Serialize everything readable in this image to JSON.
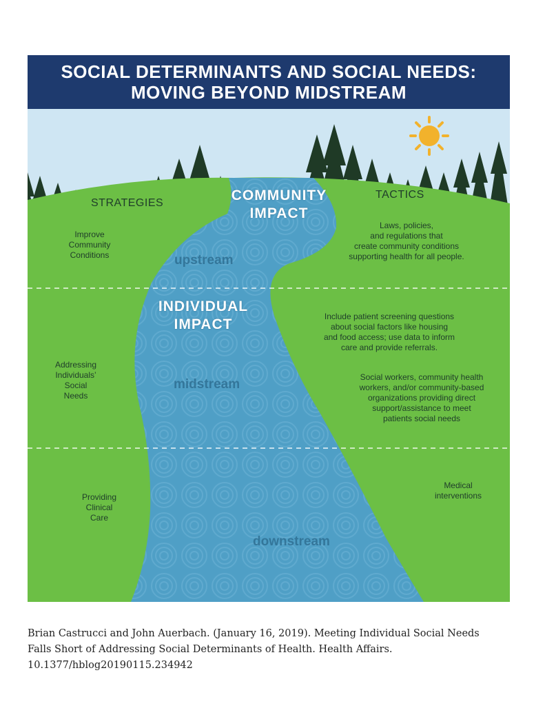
{
  "title": {
    "line1": "SOCIAL DETERMINANTS AND SOCIAL NEEDS:",
    "line2": "MOVING BEYOND MIDSTREAM"
  },
  "columns": {
    "strategies": "STRATEGIES",
    "tactics": "TACTICS"
  },
  "impacts": {
    "community_line1": "COMMUNITY",
    "community_line2": "IMPACT",
    "individual_line1": "INDIVIDUAL",
    "individual_line2": "IMPACT"
  },
  "stream_labels": {
    "upstream": "upstream",
    "midstream": "midstream",
    "downstream": "downstream"
  },
  "strategies": {
    "upstream": [
      "Improve",
      "Community",
      "Conditions"
    ],
    "midstream": [
      "Addressing",
      "Individuals’",
      "Social",
      "Needs"
    ],
    "downstream": [
      "Providing",
      "Clinical",
      "Care"
    ]
  },
  "tactics": {
    "upstream": [
      "Laws, policies,",
      "and regulations that",
      "create community conditions",
      "supporting health for all people."
    ],
    "midstream_a": [
      "Include patient screening questions",
      "about social factors like housing",
      "and food access; use data to inform",
      "care and provide referrals."
    ],
    "midstream_b": [
      "Social workers, community health",
      "workers, and/or community-based",
      "organizations providing direct",
      "support/assistance to meet",
      "patients social needs"
    ],
    "downstream": [
      "Medical",
      "interventions"
    ]
  },
  "citation": {
    "line1": "Brian Castrucci and John Auerbach. (January 16, 2019). Meeting Individual Social Needs",
    "line2": "Falls Short of Addressing Social Determinants of Health. Health Affairs.",
    "line3": "10.1377/hblog20190115.234942"
  },
  "colors": {
    "header": "#1e3a6e",
    "sky": "#cfe6f3",
    "grass": "#6cbf45",
    "river": "#4f9fc6",
    "trees": "#1f3a26",
    "sun": "#f2b22c"
  },
  "icons": [
    "sun-icon",
    "tree-icon"
  ]
}
